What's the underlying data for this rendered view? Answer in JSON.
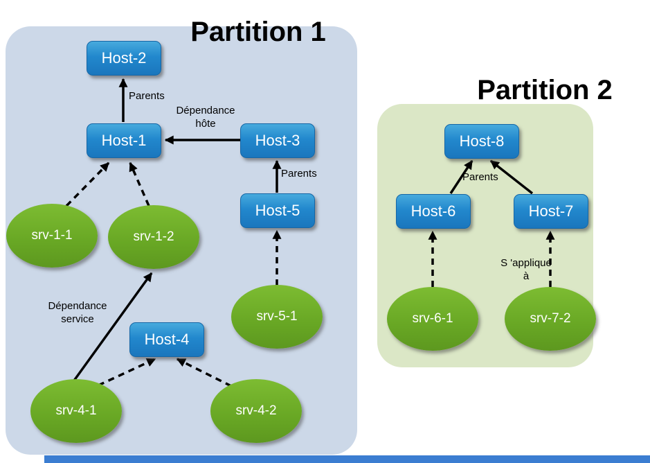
{
  "partition1": {
    "title": "Partition 1",
    "hosts": {
      "host2": "Host-2",
      "host1": "Host-1",
      "host3": "Host-3",
      "host5": "Host-5",
      "host4": "Host-4"
    },
    "services": {
      "srv11": "srv-1-1",
      "srv12": "srv-1-2",
      "srv51": "srv-5-1",
      "srv41": "srv-4-1",
      "srv42": "srv-4-2"
    },
    "edge_labels": {
      "parents_host1_host2": "Parents",
      "dependance_hote": "Dépendance\nhôte",
      "parents_host5_host3": "Parents",
      "dependance_service": "Dépendance\nservice"
    }
  },
  "partition2": {
    "title": "Partition 2",
    "hosts": {
      "host8": "Host-8",
      "host6": "Host-6",
      "host7": "Host-7"
    },
    "services": {
      "srv61": "srv-6-1",
      "srv72": "srv-7-2"
    },
    "edge_labels": {
      "parents_host67_host8": "Parents",
      "sapplique_a": "S 'applique\nà"
    }
  },
  "colors": {
    "partition1_bg": "#ccd8e8",
    "partition2_bg": "#dbe7c6",
    "host_fill": "#1d7ec7",
    "service_fill": "#68a724",
    "arrow": "#000000",
    "bottom_strip": "#3b7dd1"
  }
}
